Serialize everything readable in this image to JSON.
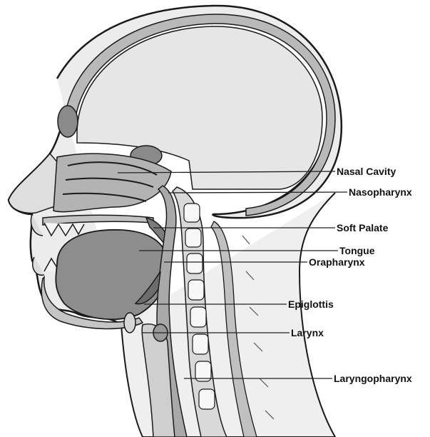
{
  "colors": {
    "outline": "#1a1a1a",
    "skin": "#ededed",
    "brain": "#dcdcdc",
    "bone": "#c9c9c9",
    "tissue": "#9c9c9c",
    "dark_tissue": "#6f6f6f",
    "airway": "#bdbdbd",
    "leader_line": "#222222"
  },
  "labels": [
    {
      "id": "nasal-cavity",
      "text": "Nasal Cavity"
    },
    {
      "id": "nasopharynx",
      "text": "Nasopharynx"
    },
    {
      "id": "soft-palate",
      "text": "Soft Palate"
    },
    {
      "id": "tongue",
      "text": "Tongue"
    },
    {
      "id": "orapharynx",
      "text": "Orapharynx"
    },
    {
      "id": "epiglottis",
      "text": "Epiglottis"
    },
    {
      "id": "larynx",
      "text": "Larynx"
    },
    {
      "id": "laryngopharynx",
      "text": "Laryngopharynx"
    }
  ]
}
